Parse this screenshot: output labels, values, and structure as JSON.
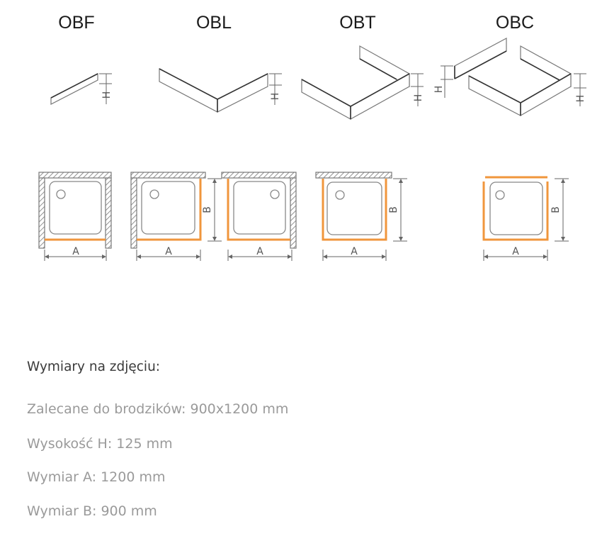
{
  "variants": [
    {
      "code": "OBF"
    },
    {
      "code": "OBL"
    },
    {
      "code": "OBT"
    },
    {
      "code": "OBC"
    }
  ],
  "dimension_labels": {
    "height": "H",
    "width": "A",
    "depth": "B"
  },
  "colors": {
    "panel_highlight": "#f0963c",
    "heading": "#3a3a3a",
    "spec_text": "#9a9a9a"
  },
  "specs": {
    "heading": "Wymiary na zdjęciu:",
    "items": [
      "Zalecane do brodzików: 900x1200 mm",
      "Wysokość H: 125 mm",
      "Wymiar A: 1200 mm",
      "Wymiar B: 900 mm"
    ]
  }
}
